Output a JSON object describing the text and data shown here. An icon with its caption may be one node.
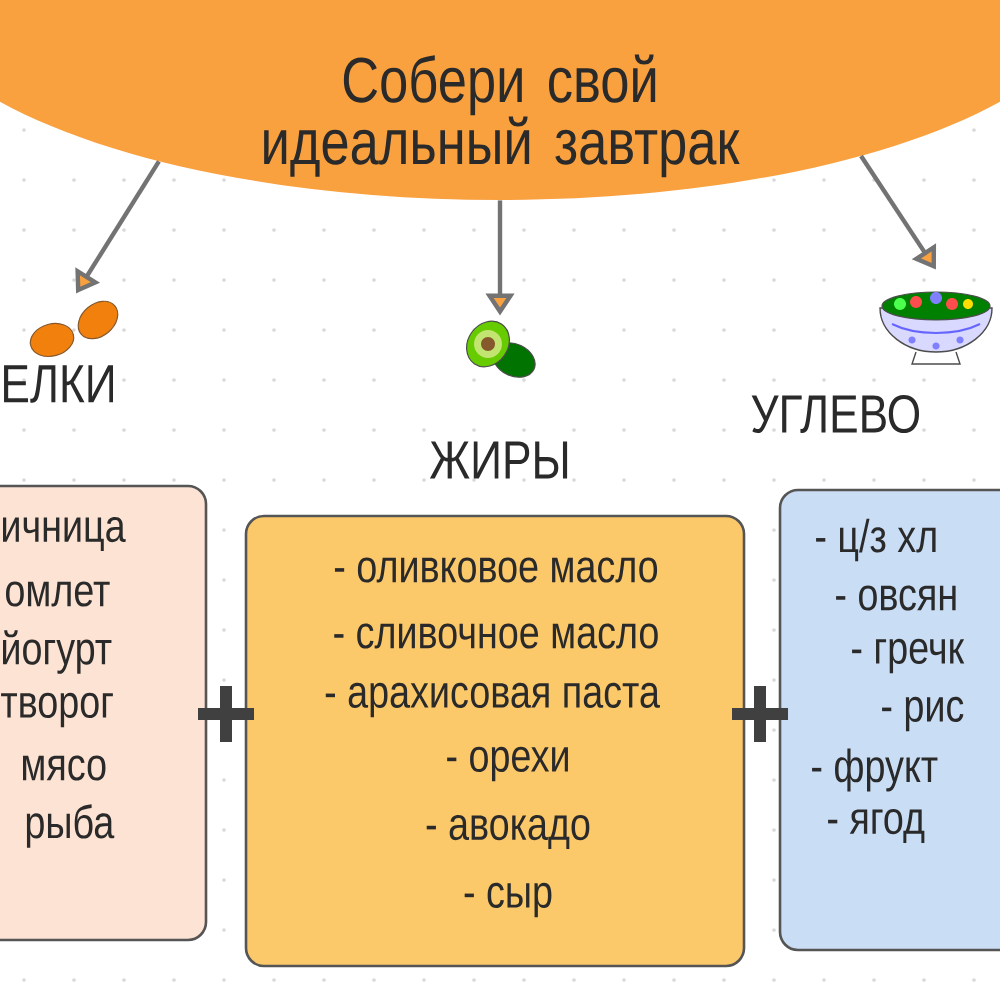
{
  "diagram": {
    "nodes": [
      {
        "text": [
          "Собери свой идеальный завтрак"
        ]
      },
      {
        "text": [],
        "shape": "picture"
      },
      {
        "text": [],
        "shape": "picture"
      },
      {
        "text": [],
        "shape": "picture"
      },
      {
        "text": [
          "ЕЛКИ",
          "ичница",
          "омлет",
          "йогурт",
          "творог",
          "мясо",
          "рыба"
        ]
      },
      {
        "text": [
          "ЖИРЫ",
          "- оливковое масло",
          "- сливочное масло",
          "- арахисовая паста",
          "- орехи",
          "- авокадо",
          "- сыр"
        ]
      },
      {
        "text": [
          "УГЛЕВО",
          "- ц/з хл",
          "- овсян",
          "- гречк",
          "- рис",
          "- фрукт",
          "- ягод"
        ]
      }
    ],
    "edges": [
      {
        "from": 0,
        "to": 1,
        "arrow": "to"
      },
      {
        "from": 0,
        "to": 2,
        "arrow": "to"
      },
      {
        "from": 0,
        "to": 3,
        "arrow": "to"
      }
    ]
  }
}
